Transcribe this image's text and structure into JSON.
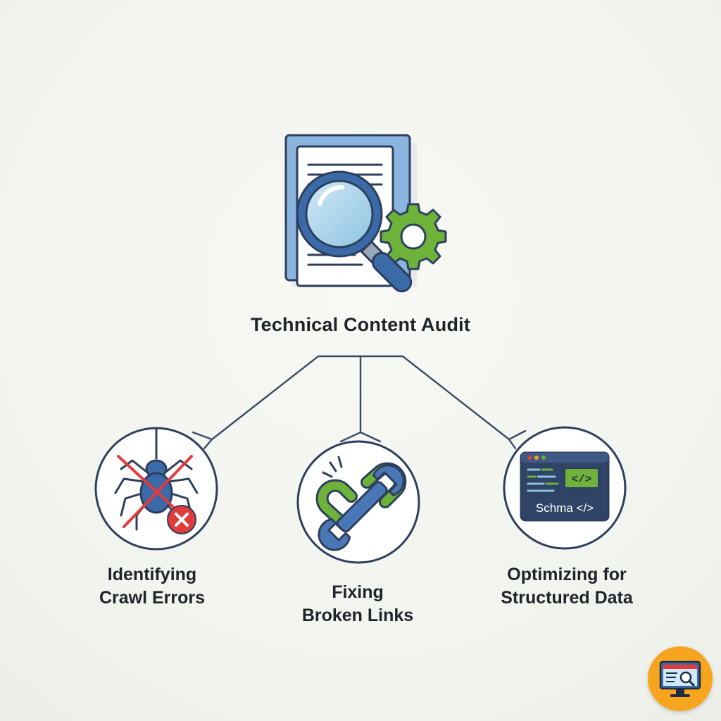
{
  "root": {
    "title": "Technical Content Audit",
    "icon": "document-magnifier-gear-icon"
  },
  "branches": [
    {
      "line1": "Identifying",
      "line2": "Crawl Errors",
      "icon": "crossed-spider-error-icon"
    },
    {
      "line1": "Fixing",
      "line2": "Broken Links",
      "icon": "broken-link-wrench-icon"
    },
    {
      "line1": "Optimizing for",
      "line2": "Structured Data",
      "icon": "schema-code-window-icon",
      "code_tag": "</>",
      "schema_text": "Schma </>"
    }
  ],
  "colors": {
    "primary_blue": "#4a78b6",
    "light_blue": "#a9d3ea",
    "green": "#6fb23a",
    "red": "#e23b3b",
    "dark_navy": "#2d3f5d",
    "badge_orange": "#f7a51f"
  },
  "badge": {
    "icon": "monitor-search-icon"
  }
}
